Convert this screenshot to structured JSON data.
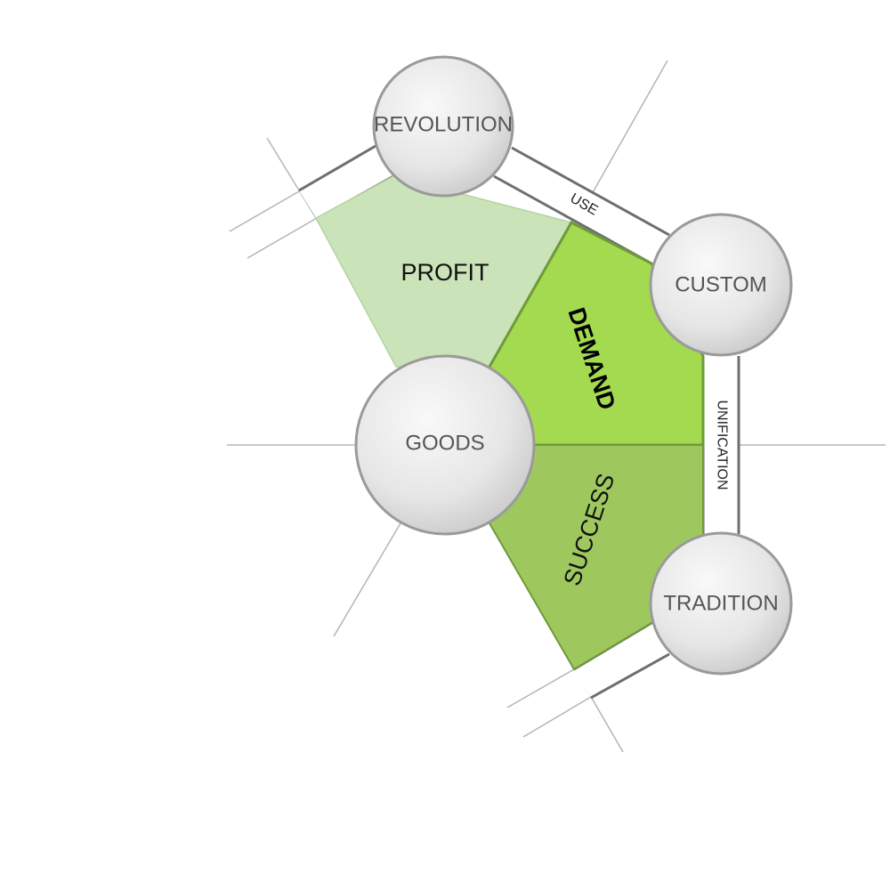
{
  "nodes": {
    "revolution": "REVOLUTION",
    "custom": "CUSTOM",
    "goods": "GOODS",
    "tradition": "TRADITION"
  },
  "regions": {
    "profit": "PROFIT",
    "demand": "DEMAND",
    "success": "SUCCESS"
  },
  "connectors": {
    "use": "USE",
    "unification": "UNIFICATION"
  },
  "colors": {
    "profit": "#cbe3b9",
    "demand": "#a3da4f",
    "success": "#9ec85e",
    "node_light": "#f7f7f7",
    "node_dark": "#c9c9c9"
  }
}
